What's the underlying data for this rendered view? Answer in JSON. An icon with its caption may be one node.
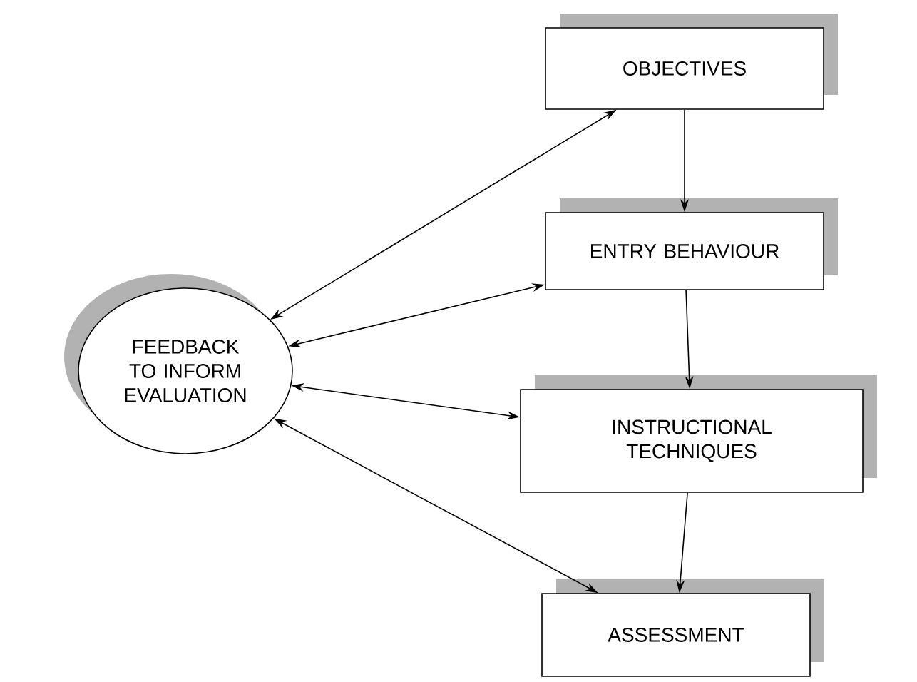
{
  "diagram": {
    "nodes": [
      {
        "text": [
          "FEEDBACK TO INFORM EVALUATION"
        ]
      },
      {
        "text": [
          "OBJECTIVES"
        ]
      },
      {
        "text": [
          "ENTRY BEHAVIOUR"
        ]
      },
      {
        "text": [
          "INSTRUCTIONAL TECHNIQUES"
        ]
      },
      {
        "text": [
          "ASSESSMENT"
        ]
      }
    ],
    "edges": [
      {
        "from": 0,
        "to": 1,
        "arrow": "both"
      },
      {
        "from": 0,
        "to": 2,
        "arrow": "both"
      },
      {
        "from": 0,
        "to": 3,
        "arrow": "both"
      },
      {
        "from": 0,
        "to": 4,
        "arrow": "both"
      },
      {
        "from": 1,
        "to": 2,
        "arrow": "to"
      },
      {
        "from": 2,
        "to": 3,
        "arrow": "to"
      },
      {
        "from": 3,
        "to": 4,
        "arrow": "to"
      }
    ]
  }
}
